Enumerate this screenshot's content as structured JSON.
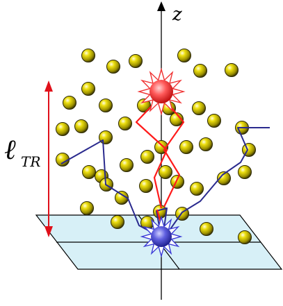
{
  "labels": {
    "z_axis": "z",
    "transport_symbol": "ℓ",
    "transport_subscript": "TR"
  },
  "colors": {
    "sphere_fill": "#e6d800",
    "sphere_dark": "#5a5200",
    "source_star": "#3b3bd6",
    "target_star": "#f03030",
    "red_path": "#ff1a1a",
    "blue_path": "#2a2a8e",
    "plane_fill": "#d7f0f7",
    "arrow": "#e0101a"
  }
}
